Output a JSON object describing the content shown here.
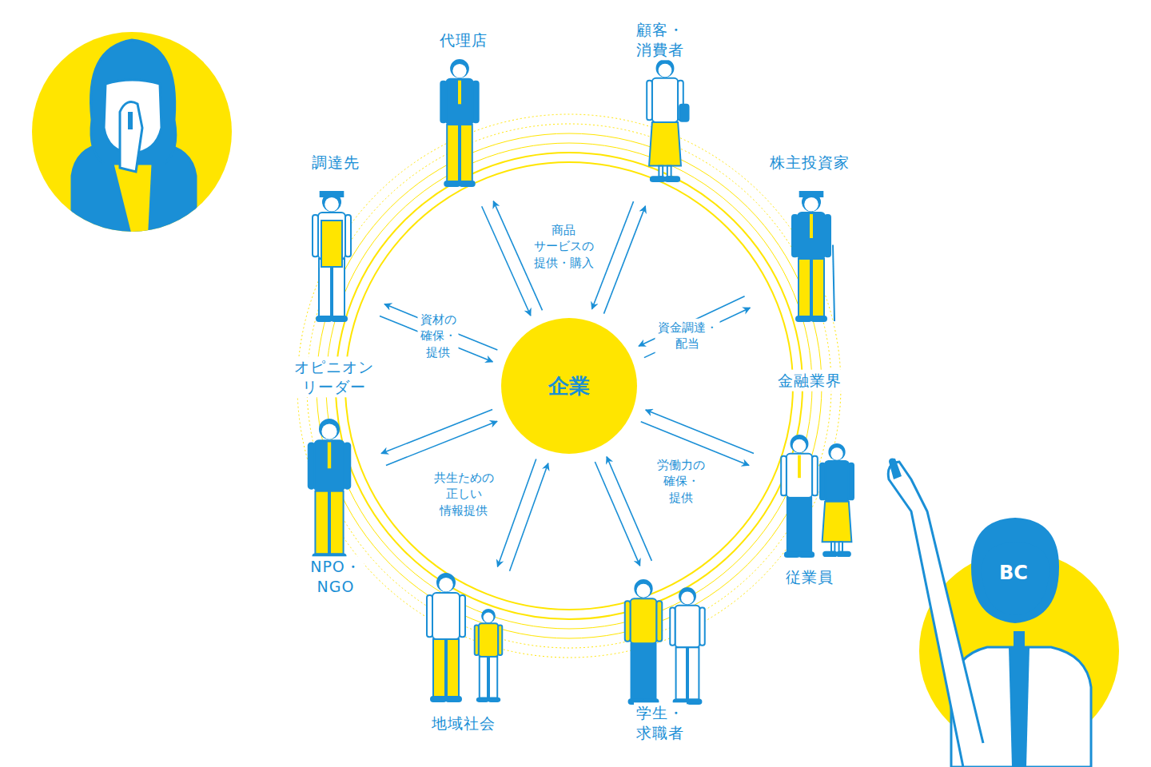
{
  "diagram": {
    "nodes": [
      {
        "text": [
          "企業"
        ]
      }
    ],
    "labels": [
      "代理店",
      "顧客・消費者",
      "株主投資家",
      "調達先",
      "オピニオン リーダー",
      "金融業界",
      "従業員",
      "NPO・NGO",
      "地域社会",
      "学生・求職者",
      "商品 サービスの 提供・購入",
      "資材の 確保・提供",
      "資金調達・ 配当",
      "共生ための 正しい 情報提供",
      "労働力の 確保・提供",
      "BC"
    ]
  }
}
